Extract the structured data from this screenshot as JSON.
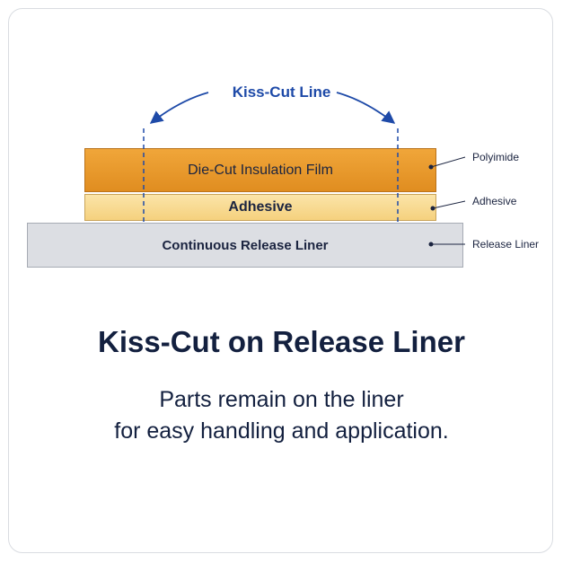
{
  "diagram": {
    "kiss_cut_label": "Kiss-Cut Line",
    "layers": {
      "film": "Die-Cut Insulation Film",
      "adhesive": "Adhesive",
      "liner": "Continuous Release Liner"
    },
    "callouts": {
      "polyimide": "Polyimide",
      "adhesive": "Adhesive",
      "release_liner": "Release Liner"
    },
    "colors": {
      "film": "#e8982c",
      "adhesive": "#f8dc95",
      "liner": "#dcdee3",
      "accent": "#1e4aa8",
      "text": "#13203f"
    }
  },
  "caption": {
    "title": "Kiss-Cut on Release Liner",
    "line1": "Parts remain on the liner",
    "line2": "for easy handling and application."
  }
}
